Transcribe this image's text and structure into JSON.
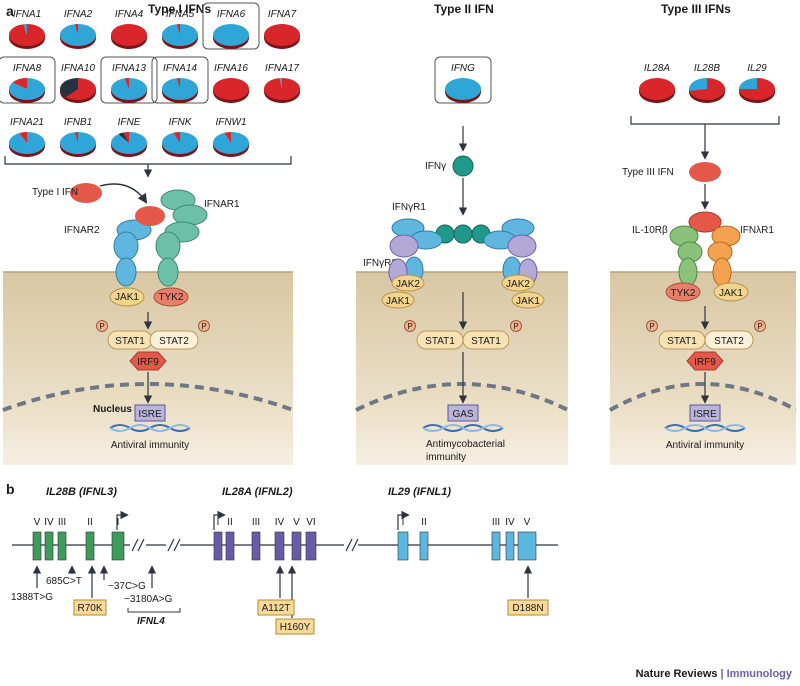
{
  "panel_a": {
    "label": "a",
    "type1": {
      "title": "Type I IFNs",
      "genes": [
        {
          "name": "IFNA1",
          "boxed": false,
          "slices": [
            {
              "frac": 0.97,
              "color": "#d8262b"
            },
            {
              "frac": 0.03,
              "color": "#2fa6d7"
            }
          ]
        },
        {
          "name": "IFNA2",
          "boxed": false,
          "slices": [
            {
              "frac": 0.97,
              "color": "#2fa6d7"
            },
            {
              "frac": 0.03,
              "color": "#d8262b"
            }
          ]
        },
        {
          "name": "IFNA4",
          "boxed": false,
          "slices": [
            {
              "frac": 1.0,
              "color": "#d8262b"
            }
          ]
        },
        {
          "name": "IFNA5",
          "boxed": false,
          "slices": [
            {
              "frac": 0.97,
              "color": "#2fa6d7"
            },
            {
              "frac": 0.03,
              "color": "#d8262b"
            }
          ]
        },
        {
          "name": "IFNA6",
          "boxed": true,
          "slices": [
            {
              "frac": 1.0,
              "color": "#2fa6d7"
            }
          ]
        },
        {
          "name": "IFNA7",
          "boxed": false,
          "slices": [
            {
              "frac": 1.0,
              "color": "#d8262b"
            }
          ]
        },
        {
          "name": "IFNA8",
          "boxed": true,
          "slices": [
            {
              "frac": 0.85,
              "color": "#2fa6d7"
            },
            {
              "frac": 0.15,
              "color": "#d8262b"
            }
          ]
        },
        {
          "name": "IFNA10",
          "boxed": false,
          "slices": [
            {
              "frac": 0.62,
              "color": "#d8262b"
            },
            {
              "frac": 0.38,
              "color": "#243244"
            }
          ]
        },
        {
          "name": "IFNA13",
          "boxed": true,
          "slices": [
            {
              "frac": 0.96,
              "color": "#2fa6d7"
            },
            {
              "frac": 0.04,
              "color": "#d8262b"
            }
          ]
        },
        {
          "name": "IFNA14",
          "boxed": true,
          "slices": [
            {
              "frac": 0.97,
              "color": "#2fa6d7"
            },
            {
              "frac": 0.03,
              "color": "#d8262b"
            }
          ]
        },
        {
          "name": "IFNA16",
          "boxed": false,
          "slices": [
            {
              "frac": 1.0,
              "color": "#d8262b"
            }
          ]
        },
        {
          "name": "IFNA17",
          "boxed": false,
          "slices": [
            {
              "frac": 0.98,
              "color": "#d8262b"
            },
            {
              "frac": 0.02,
              "color": "#2fa6d7"
            }
          ]
        },
        {
          "name": "IFNA21",
          "boxed": false,
          "slices": [
            {
              "frac": 0.93,
              "color": "#2fa6d7"
            },
            {
              "frac": 0.07,
              "color": "#d8262b"
            }
          ]
        },
        {
          "name": "IFNB1",
          "boxed": false,
          "slices": [
            {
              "frac": 0.97,
              "color": "#2fa6d7"
            },
            {
              "frac": 0.03,
              "color": "#d8262b"
            }
          ]
        },
        {
          "name": "IFNE",
          "boxed": false,
          "slices": [
            {
              "frac": 0.9,
              "color": "#2fa6d7"
            },
            {
              "frac": 0.05,
              "color": "#243244"
            },
            {
              "frac": 0.05,
              "color": "#d8262b"
            }
          ]
        },
        {
          "name": "IFNK",
          "boxed": false,
          "slices": [
            {
              "frac": 0.94,
              "color": "#2fa6d7"
            },
            {
              "frac": 0.06,
              "color": "#d8262b"
            }
          ]
        },
        {
          "name": "IFNW1",
          "boxed": false,
          "slices": [
            {
              "frac": 0.94,
              "color": "#2fa6d7"
            },
            {
              "frac": 0.06,
              "color": "#d8262b"
            }
          ]
        }
      ],
      "ligand": "Type I IFN",
      "receptor1": "IFNAR1",
      "receptor2": "IFNAR2",
      "kinase1": "JAK1",
      "kinase2": "TYK2",
      "stat_a": "STAT1",
      "stat_b": "STAT2",
      "phospho": "P",
      "irf": "IRF9",
      "nucleus": "Nucleus",
      "element": "ISRE",
      "outcome": "Antiviral immunity"
    },
    "type2": {
      "title": "Type II IFN",
      "gene": {
        "name": "IFNG",
        "boxed": true,
        "slices": [
          {
            "frac": 1.0,
            "color": "#2fa6d7"
          }
        ]
      },
      "ligand": "IFNγ",
      "receptor1": "IFNγR1",
      "receptor2": "IFNγR2",
      "jak2_left": "JAK2",
      "jak1_left": "JAK1",
      "jak2_right": "JAK2",
      "jak1_right": "JAK1",
      "stat_a": "STAT1",
      "stat_b": "STAT1",
      "phospho": "P",
      "element": "GAS",
      "outcome_line1": "Antimycobacterial",
      "outcome_line2": "immunity"
    },
    "type3": {
      "title": "Type III IFNs",
      "genes": [
        {
          "name": "IL28A",
          "boxed": false,
          "slices": [
            {
              "frac": 1.0,
              "color": "#d8262b"
            }
          ]
        },
        {
          "name": "IL28B",
          "boxed": false,
          "slices": [
            {
              "frac": 0.72,
              "color": "#d8262b"
            },
            {
              "frac": 0.28,
              "color": "#2fa6d7"
            }
          ]
        },
        {
          "name": "IL29",
          "boxed": false,
          "slices": [
            {
              "frac": 0.75,
              "color": "#d8262b"
            },
            {
              "frac": 0.25,
              "color": "#2fa6d7"
            }
          ]
        }
      ],
      "ligand": "Type III IFN",
      "receptor1": "IFNλR1",
      "receptor2": "IL-10Rβ",
      "kinase1": "JAK1",
      "kinase2": "TYK2",
      "stat_a": "STAT1",
      "stat_b": "STAT2",
      "phospho": "P",
      "irf": "IRF9",
      "element": "ISRE",
      "outcome": "Antiviral immunity"
    }
  },
  "panel_b": {
    "label": "b",
    "loci": [
      {
        "name": "IL28B",
        "alias": "IFNL3",
        "exons": [
          "V",
          "IV",
          "III",
          "II",
          "I"
        ],
        "color": "#3f9b5a"
      },
      {
        "name": "IL28A",
        "alias": "IFNL2",
        "exons": [
          "I",
          "II",
          "III",
          "IV",
          "V",
          "VI"
        ],
        "color": "#6a5aa8"
      },
      {
        "name": "IL29",
        "alias": "IFNL1",
        "exons": [
          "I",
          "II",
          "III",
          "IV",
          "V"
        ],
        "color": "#5cb7df"
      }
    ],
    "variants": [
      "1388T>G",
      "685C>T",
      "R70K",
      "−37C>G",
      "−3180A>G",
      "A112T",
      "H160Y",
      "D188N"
    ],
    "ifnl4_label": "IFNL4"
  },
  "credit": {
    "journal": "Nature Reviews",
    "section": "Immunology",
    "sep": "|"
  }
}
